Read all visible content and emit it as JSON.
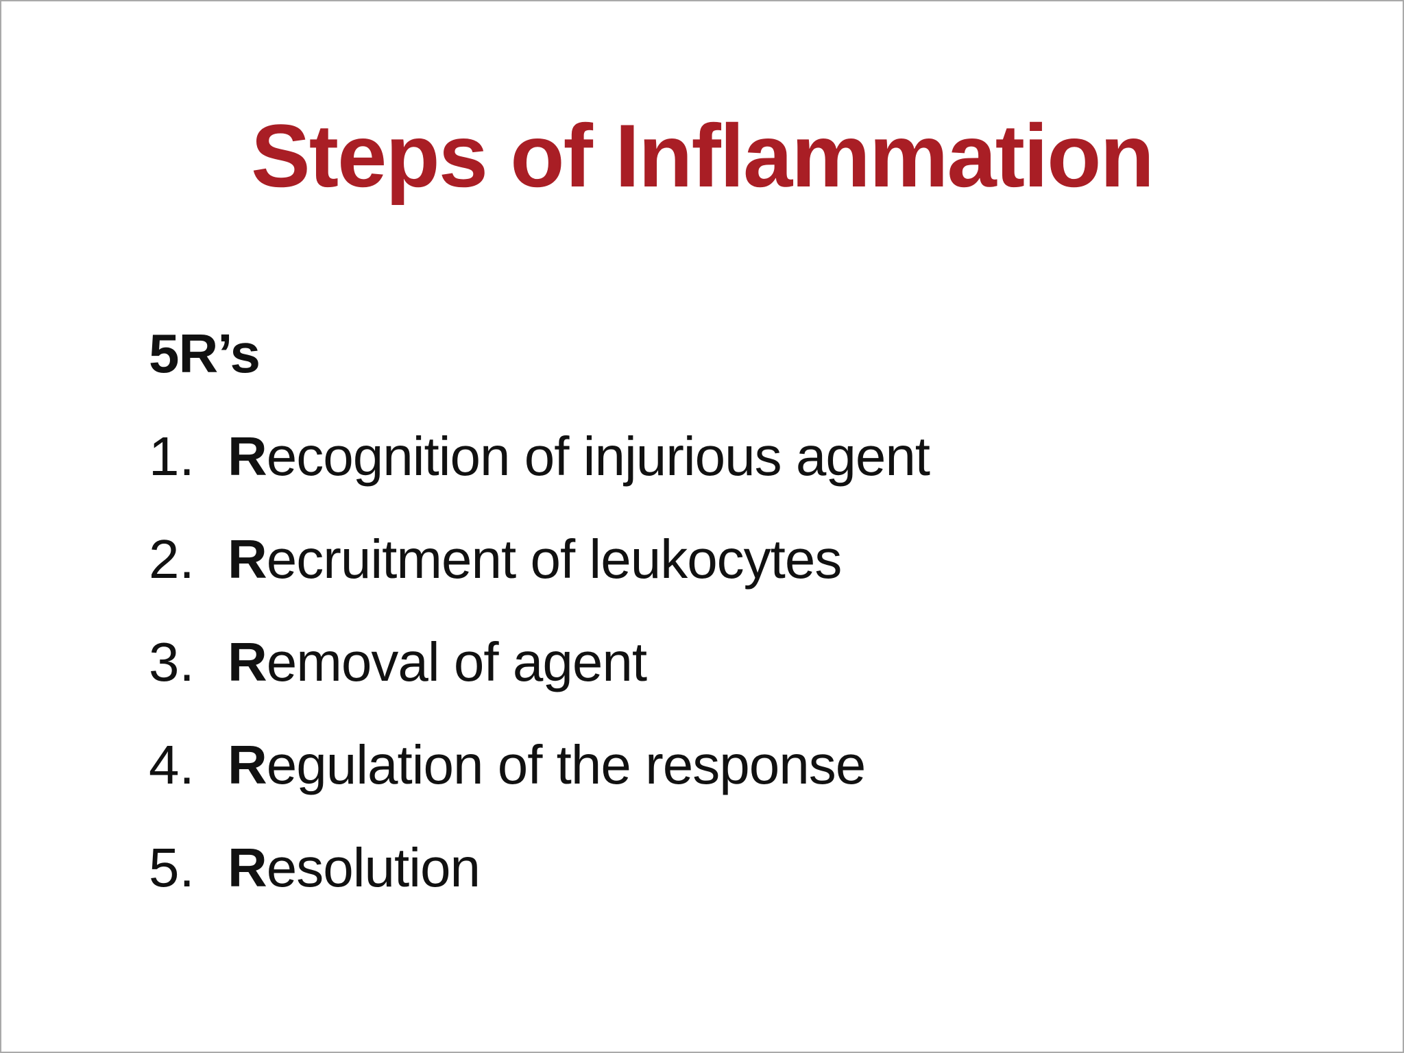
{
  "slide": {
    "title": "Steps of Inflammation",
    "subtitle": "5R’s",
    "items": [
      {
        "number": "1.",
        "lead": "R",
        "rest": "ecognition of injurious agent"
      },
      {
        "number": "2.",
        "lead": "R",
        "rest": "ecruitment of leukocytes"
      },
      {
        "number": "3.",
        "lead": "R",
        "rest": "emoval of agent"
      },
      {
        "number": "4.",
        "lead": "R",
        "rest": "egulation of the response"
      },
      {
        "number": "5.",
        "lead": "R",
        "rest": "esolution"
      }
    ],
    "colors": {
      "title": "#a91e25",
      "body_text": "#111111",
      "background": "#ffffff",
      "frame_border": "#a9a9a9"
    }
  }
}
